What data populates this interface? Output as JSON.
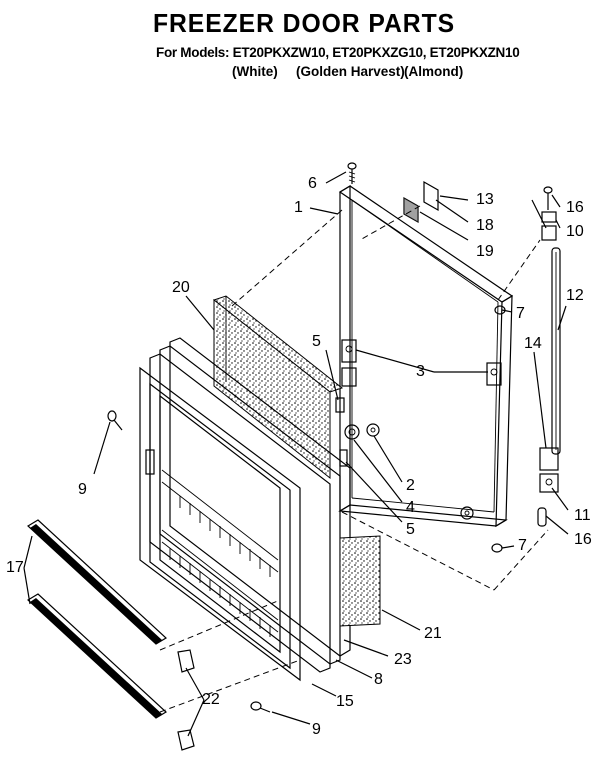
{
  "header": {
    "title": "FREEZER DOOR PARTS",
    "models_line": "For Models: ET20PKXZW10, ET20PKXZG10, ET20PKXZN10",
    "colors": [
      "(White)",
      "(Golden Harvest)",
      "(Almond)"
    ]
  },
  "callouts": [
    "1",
    "3",
    "5",
    "6",
    "13",
    "18",
    "19",
    "7",
    "12",
    "14",
    "16",
    "10",
    "20",
    "9",
    "2",
    "4",
    "5",
    "11",
    "16",
    "7",
    "21",
    "23",
    "8",
    "17",
    "22",
    "15",
    "9"
  ],
  "colors": {
    "ink": "#000000",
    "paper": "#ffffff"
  }
}
